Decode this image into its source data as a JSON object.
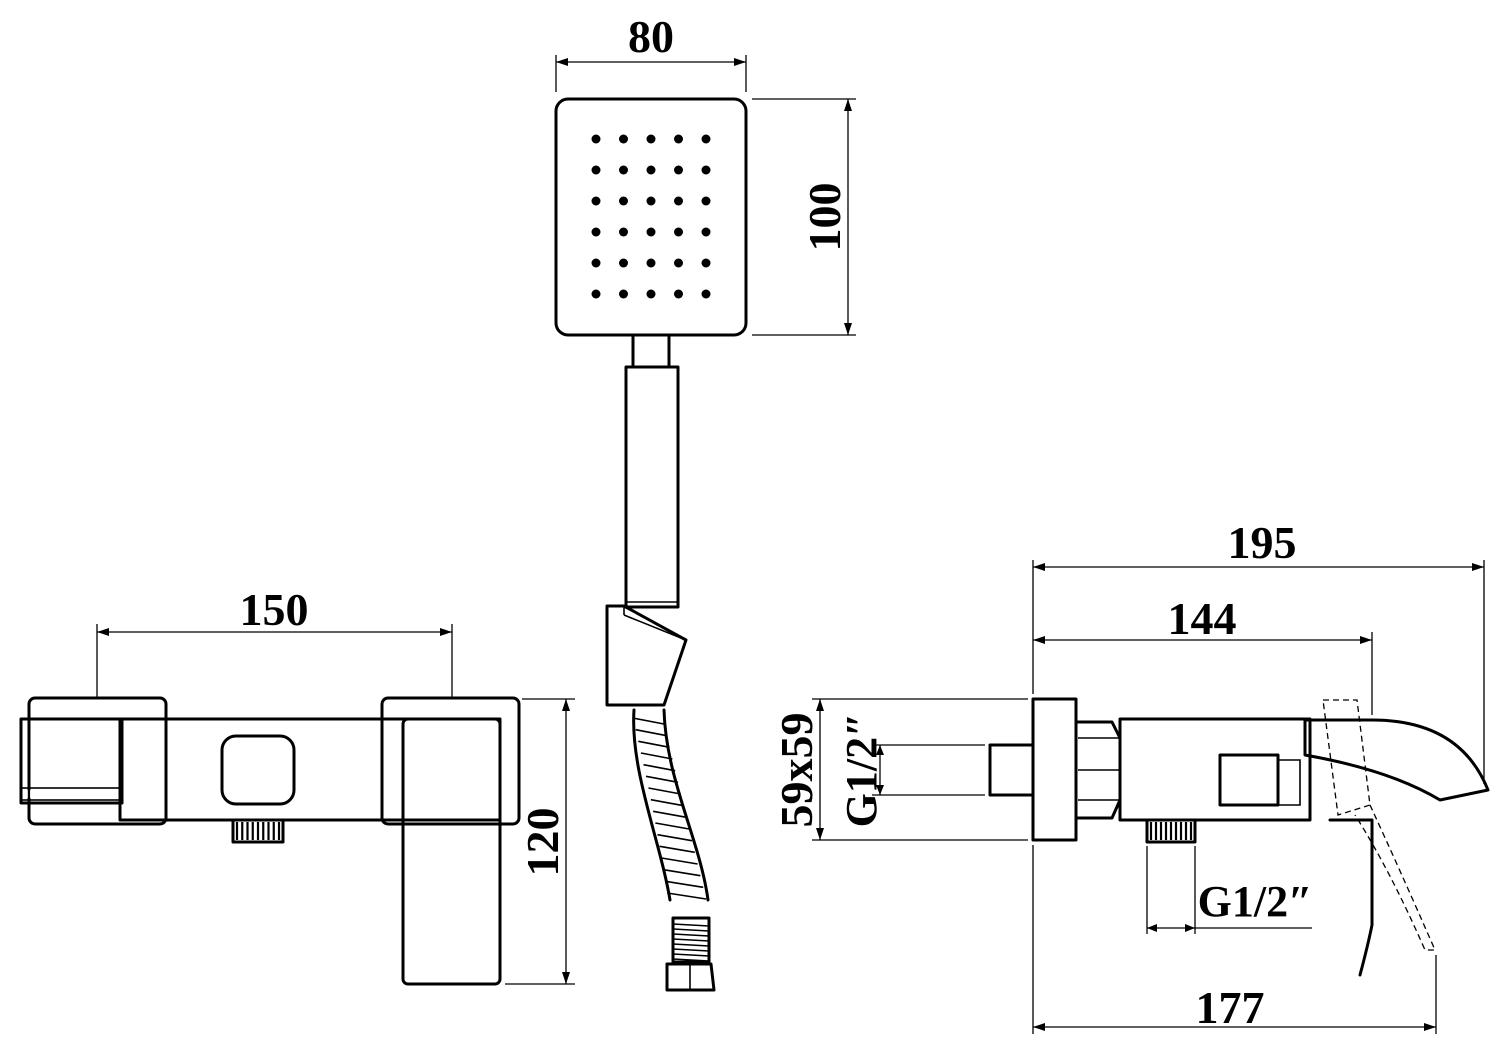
{
  "dimensions": {
    "hand_shower_width": "80",
    "hand_shower_height": "100",
    "mixer_width": "150",
    "mixer_height": "120",
    "total_depth": "195",
    "wall_to_spout": "144",
    "spout_reach": "177",
    "wall_plate": "59x59",
    "inlet_thread": "G1/2″",
    "outlet_thread": "G1/2″"
  },
  "colors": {
    "line": "#000000",
    "background": "#ffffff"
  }
}
